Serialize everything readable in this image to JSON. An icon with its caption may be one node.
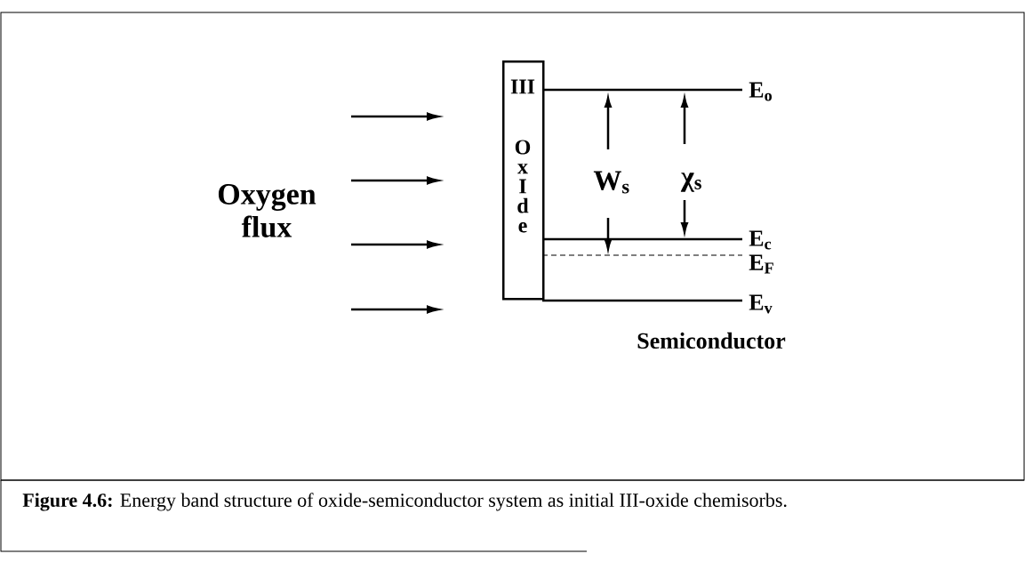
{
  "diagram": {
    "caption": "**Figure 4.6:** Energy band structure of oxide-semiconductor system as initial III-oxide chemisorbs.",
    "nodes": [
      {
        "text": [
          "III",
          "O",
          "x",
          "I",
          "d",
          "e"
        ]
      }
    ],
    "labels": [
      "Oxygen flux",
      "W$_{s}$",
      "χ$_{s}$",
      "E$_{o}$",
      "E$_{c}$",
      "E$_{F}$",
      "E$_{v}$",
      "Semiconductor"
    ]
  }
}
